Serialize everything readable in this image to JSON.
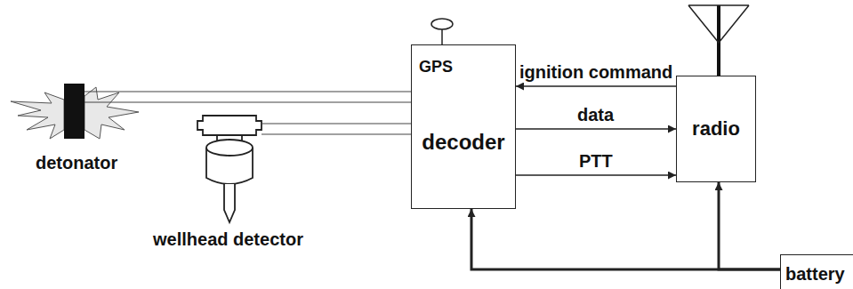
{
  "diagram": {
    "nodes": [
      {
        "text": [
          "GPS",
          "decoder"
        ]
      },
      {
        "text": [
          "radio"
        ]
      },
      {
        "text": [
          "battery"
        ]
      }
    ],
    "edges": [
      {
        "from": 1,
        "to": 0,
        "label": "ignition command",
        "arrow": "to"
      },
      {
        "from": 0,
        "to": 1,
        "label": "data",
        "arrow": "to"
      },
      {
        "from": 0,
        "to": 1,
        "label": "PTT",
        "arrow": "to"
      },
      {
        "from": 2,
        "to": 0,
        "arrow": "to"
      },
      {
        "from": 2,
        "to": 1,
        "arrow": "to"
      }
    ],
    "labels": [
      "detonator",
      "wellhead detector"
    ]
  }
}
